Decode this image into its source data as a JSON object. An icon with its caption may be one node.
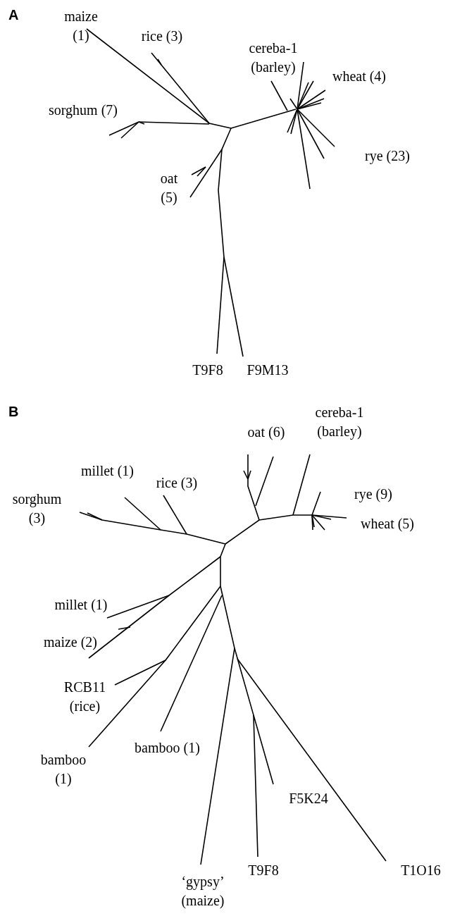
{
  "diagram": {
    "labels": [
      "A",
      "maize (1)",
      "rice (3)",
      "cereba-1 (barley)",
      "wheat (4)",
      "sorghum (7)",
      "rye (23)",
      "oat (5)",
      "T9F8",
      "F9M13",
      "B",
      "cereba-1 (barley)",
      "oat (6)",
      "millet (1)",
      "rice (3)",
      "sorghum (3)",
      "rye (9)",
      "wheat (5)",
      "millet (1)",
      "maize (2)",
      "RCB11 (rice)",
      "bamboo (1)",
      "bamboo (1)",
      "F5K24",
      "T9F8",
      "T1O16",
      "‘gypsy’ (maize)"
    ]
  }
}
